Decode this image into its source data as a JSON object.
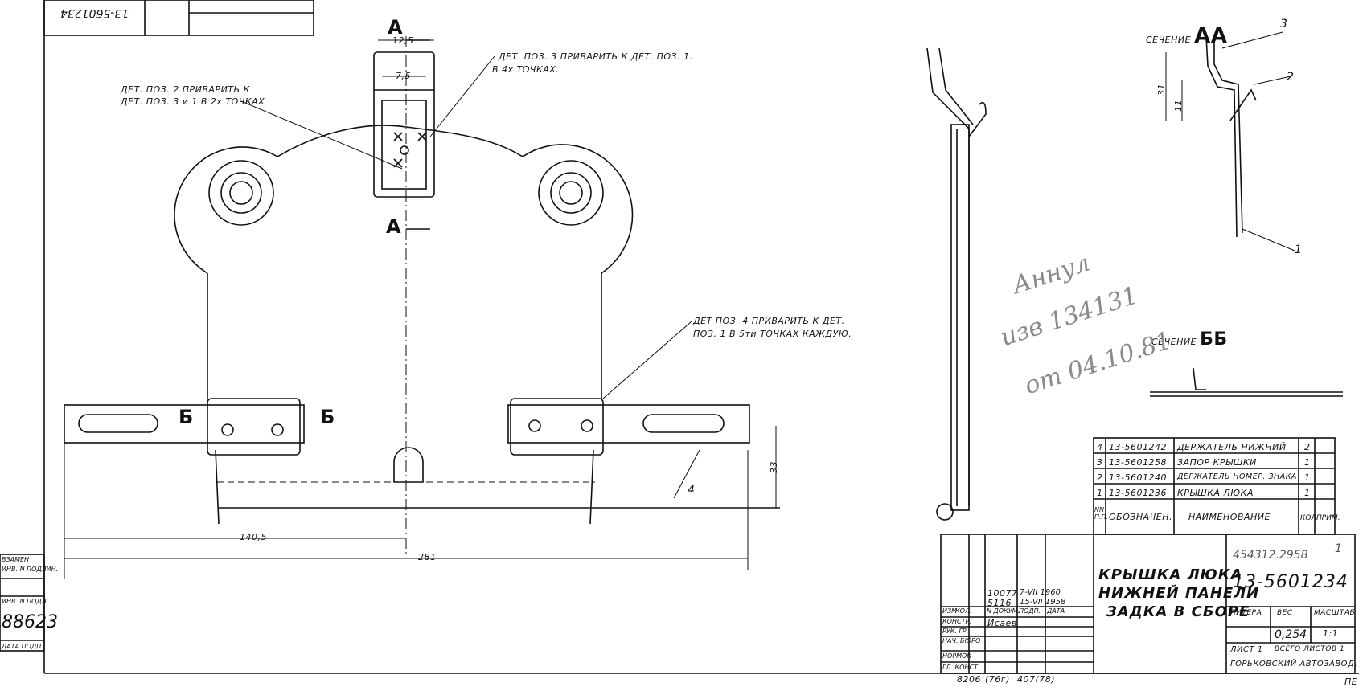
{
  "top_left_code": "13-5601234",
  "section_aa": {
    "label": "СЕЧЕНИЕ",
    "name": "АА"
  },
  "section_bb": {
    "label": "СЕЧЕНИЕ",
    "name": "ББ"
  },
  "cut_marks": {
    "a_top": "А",
    "a_bottom": "А",
    "b_left": "Б",
    "b_right": "Б"
  },
  "notes": {
    "note1_line1": "ДЕТ. ПОЗ. 3 ПРИВАРИТЬ К ДЕТ. ПОЗ. 1.",
    "note1_line2": "В 4х ТОЧКАХ.",
    "note2_line1": "ДЕТ. ПОЗ. 2 ПРИВАРИТЬ К",
    "note2_line2": "ДЕТ. ПОЗ. 3 и 1 В 2х ТОЧКАХ",
    "note3_line1": "ДЕТ ПОЗ. 4 ПРИВАРИТЬ К ДЕТ.",
    "note3_line2": "ПОЗ. 1 В 5ти ТОЧКАХ КАЖДУЮ."
  },
  "dimensions": {
    "d1": "12,5",
    "d2": "7,5",
    "d3": "140,5",
    "d4": "281",
    "d5": "33",
    "d6": "31",
    "d7": "11"
  },
  "leaders": {
    "p1": "1",
    "p2": "2",
    "p3": "3",
    "p4": "4"
  },
  "pencil_note": {
    "line1": "Аннул",
    "line2": "изв 134131",
    "line3": "от 04.10.81"
  },
  "parts_table": {
    "rows": [
      {
        "no": "4",
        "code": "13-5601242",
        "name": "ДЕРЖАТЕЛЬ НИЖНИЙ",
        "qty": "2",
        "note": ""
      },
      {
        "no": "3",
        "code": "13-5601258",
        "name": "ЗАПОР КРЫШКИ",
        "qty": "1",
        "note": ""
      },
      {
        "no": "2",
        "code": "13-5601240",
        "name": "ДЕРЖАТЕЛЬ НОМЕР. ЗНАКА",
        "qty": "1",
        "note": ""
      },
      {
        "no": "1",
        "code": "13-5601236",
        "name": "КРЫШКА ЛЮКА",
        "qty": "1",
        "note": ""
      }
    ],
    "header": {
      "no": "NN П.П.",
      "code": "ОБОЗНАЧЕН.",
      "name": "НАИМЕНОВАНИЕ",
      "qty": "КОЛ",
      "note": "ПРИМ."
    }
  },
  "title_block": {
    "title_line1": "КРЫШКА ЛЮКА",
    "title_line2": "НИЖНЕЙ ПАНЕЛИ",
    "title_line3": "ЗАДКА В СБОРЕ",
    "drawing_no": "13-5601234",
    "top_number": "454312.2958",
    "sheet_index": "1",
    "litera": "ЛИТЕРА",
    "weight_label": "ВЕС",
    "scale_label": "МАСШТАБ",
    "weight": "0,254",
    "scale": "1:1",
    "sheet": "ЛИСТ 1",
    "sheets_total": "ВСЕГО ЛИСТОВ 1",
    "company": "ГОРЬКОВСКИЙ АВТОЗАВОД.",
    "row_labels": [
      "ИЗМ",
      "КОЛ.",
      "N ДОКУМ.",
      "ПОДП.",
      "ДАТА"
    ],
    "roles": [
      "КОНСТР.",
      "РУК. ГР.",
      "НАЧ. БЮРО",
      "НОРМОК",
      "ГЛ. КОНСТ."
    ],
    "changes": {
      "doc1": "10077",
      "doc2": "5116",
      "date1": "7-VII 1960",
      "date2": "15-VII 1958"
    },
    "designer": "Исаев",
    "bottom_codes": {
      "a": "8206",
      "b": "(76г)",
      "c": "407(78)"
    }
  },
  "left_margin": {
    "zamen": "ВЗАМЕН",
    "inv": "ИНВ. N ПОДЛИН.",
    "inv2": "ИНВ. N ПОДЛ.",
    "number": "88623",
    "date_sig": "ДАТА ПОДП."
  },
  "corner": "ПЕ"
}
